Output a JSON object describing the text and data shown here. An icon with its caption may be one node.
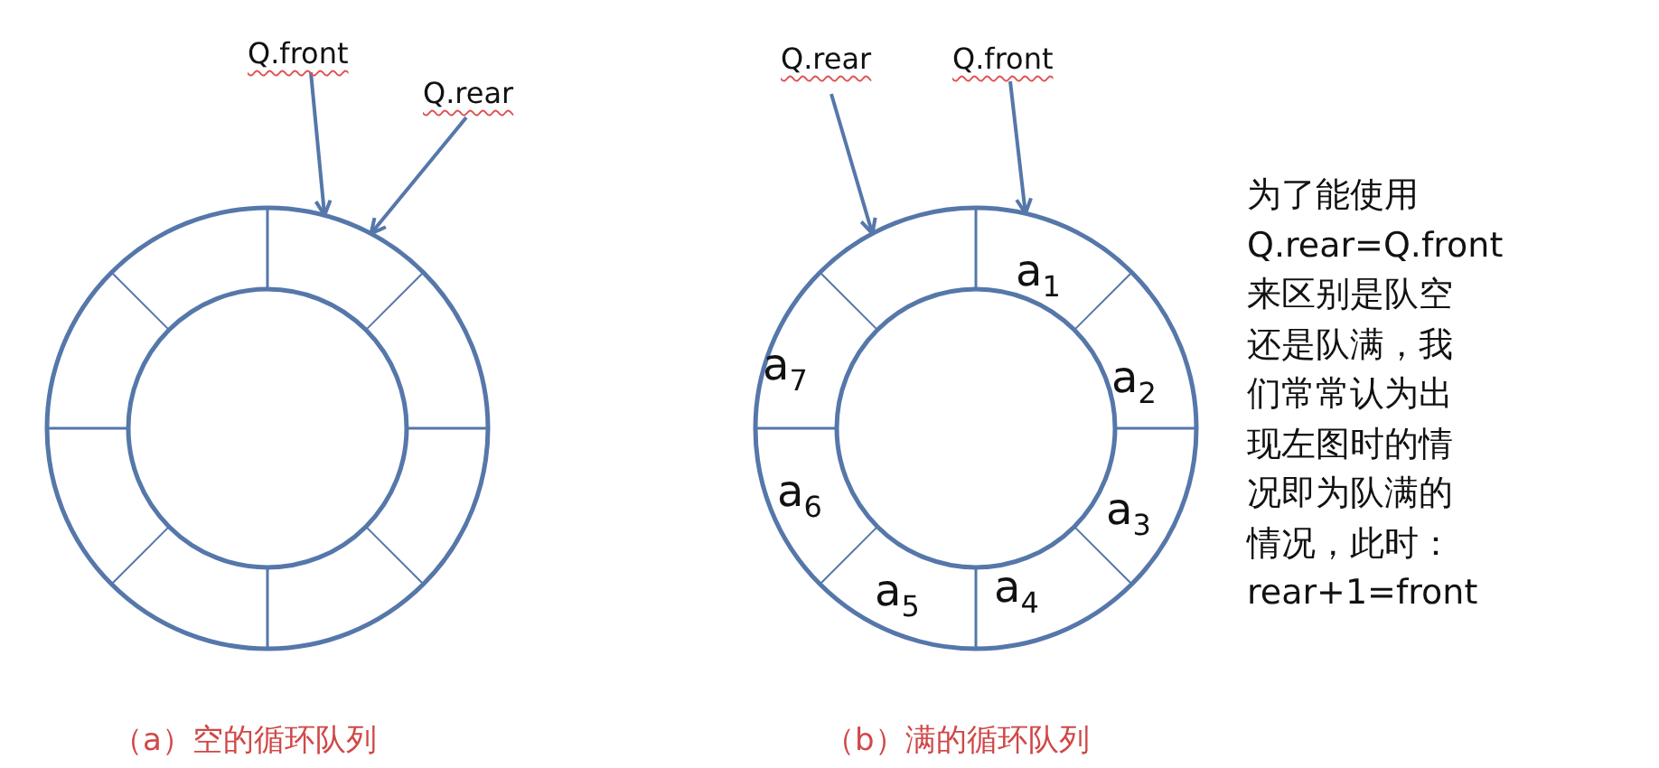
{
  "diagram": {
    "nodes": [
      {
        "text": [
          "Q.front"
        ]
      },
      {
        "text": [
          "Q.rear"
        ]
      },
      {
        "text": [],
        "shape": "circle"
      },
      {
        "text": [
          "Q.rear"
        ]
      },
      {
        "text": [
          "Q.front"
        ]
      },
      {
        "text": [],
        "shape": "circle"
      }
    ],
    "edges": [
      {
        "from": 0,
        "to": 2,
        "arrow": "to"
      },
      {
        "from": 1,
        "to": 2,
        "arrow": "to"
      },
      {
        "from": 3,
        "to": 5,
        "arrow": "to"
      },
      {
        "from": 4,
        "to": 5,
        "arrow": "to"
      }
    ],
    "labels": [
      "a$_{1}$",
      "a$_{7}$",
      "a$_{2}$",
      "a$_{6}$",
      "a$_{3}$",
      "a$_{5}$",
      "a$_{4}$",
      "为了能使用Q.rear=Q.front来区别是队空还是队满，我们常常认为出现左图时的情况即为队满的情况，此时：rear+1=front",
      "（a）空的循环队列",
      "（b）满的循环队列"
    ]
  }
}
